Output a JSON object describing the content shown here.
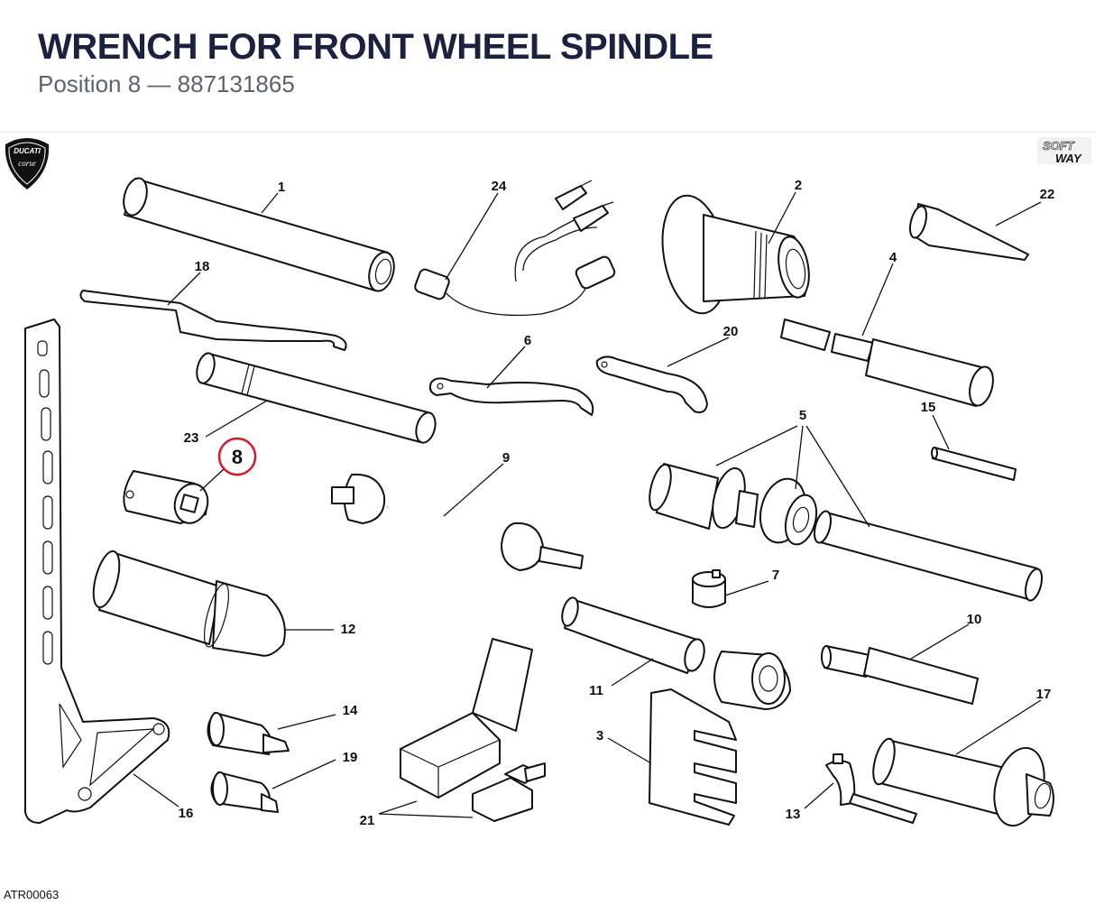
{
  "title": "WRENCH FOR FRONT WHEEL SPINDLE",
  "subtitle": {
    "position_label": "Position 8",
    "dash": "—",
    "part_number": "887131865"
  },
  "logos": {
    "left": {
      "icon": "ducati-corse-shield-icon",
      "line1": "DUCATI",
      "line2": "corse"
    },
    "right": {
      "icon": "soft-way-logo-icon",
      "line1": "SOFT",
      "line2": "WAY"
    }
  },
  "highlight": {
    "number": "8",
    "color": "#d11a2a"
  },
  "callouts": [
    "1",
    "2",
    "3",
    "4",
    "5",
    "6",
    "7",
    "8",
    "9",
    "10",
    "11",
    "12",
    "13",
    "14",
    "15",
    "16",
    "17",
    "18",
    "19",
    "20",
    "21",
    "22",
    "23",
    "24"
  ],
  "footer_code": "ATR00063"
}
